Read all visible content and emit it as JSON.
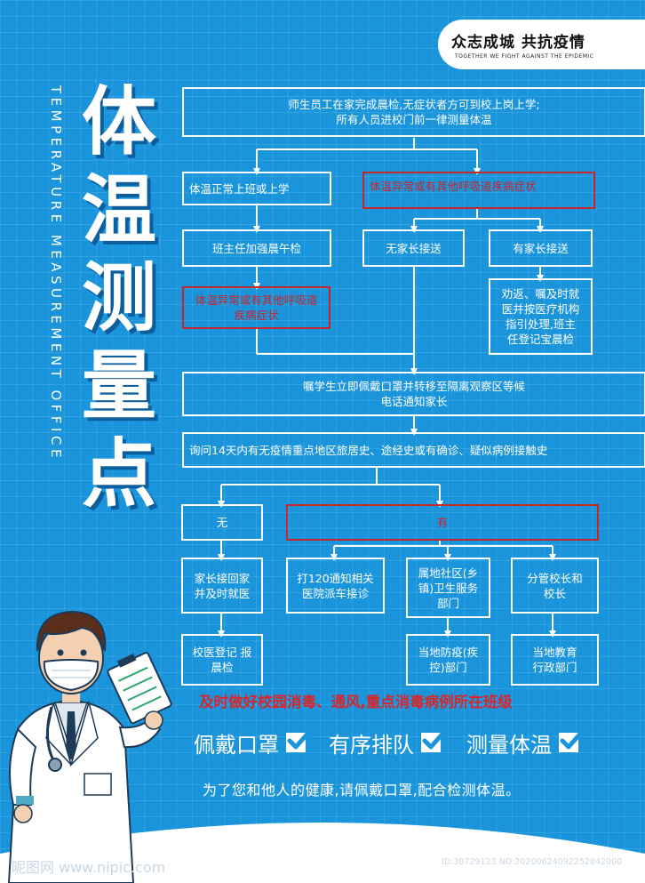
{
  "header": {
    "slogan": "众志成城 共抗疫情",
    "slogan_sub": "TOGETHER WE FIGHT AGAINST THE EPIDEMIC"
  },
  "side_title_en": "TEMPERATURE MEASUREMENT OFFICE",
  "title": "体温测量点",
  "flow": {
    "start": "师生员工在家完成晨检,无症状者方可到校上岗上学;\n所有人员进校门前一律测量体温",
    "normal": "体温正常上班或上学",
    "abnormal": "体温异常或有其他呼吸道疾病症状",
    "morning_check": "班主任加强晨午检",
    "abnormal_2": "体温异常或有其他呼吸道\n疾病症状",
    "no_parent": "无家长接送",
    "has_parent": "有家长接送",
    "persuade": "劝返、嘱及时就\n医并按医疗机构\n指引处理,班主\n任登记宝晨检",
    "isolate": "嘱学生立即佩戴口罩并转移至隔离观察区等候\n电话通知家长",
    "inquire": "询问14天内有无疫情重点地区旅居史、途经史或有确诊、疑似病例接触史",
    "no": "无",
    "yes": "有",
    "parent_pickup": "家长接回家\n并及时就医",
    "call_120": "打120通知相关\n医院派车接诊",
    "community": "属地社区(乡\n镇)卫生服务\n部门",
    "principal": "分管校长和\n校长",
    "school_doctor": "校医登记 报\n晨检",
    "epidemic_dept": "当地防疫(疾\n控)部门",
    "education_dept": "当地教育\n行政部门"
  },
  "notice": "及时做好校园消毒、通风,重点消毒病例所在班级",
  "checks": [
    "佩戴口罩",
    "有序排队",
    "测量体温"
  ],
  "footer": "为了您和他人的健康,请佩戴口罩,配合检测体温。",
  "watermark": "昵图网 www.nipic.com",
  "watermark_id": "ID:30729123 NO:20200624092252842000",
  "colors": {
    "background": "#1a95dc",
    "alert_red": "#c8262b",
    "white": "#ffffff"
  }
}
